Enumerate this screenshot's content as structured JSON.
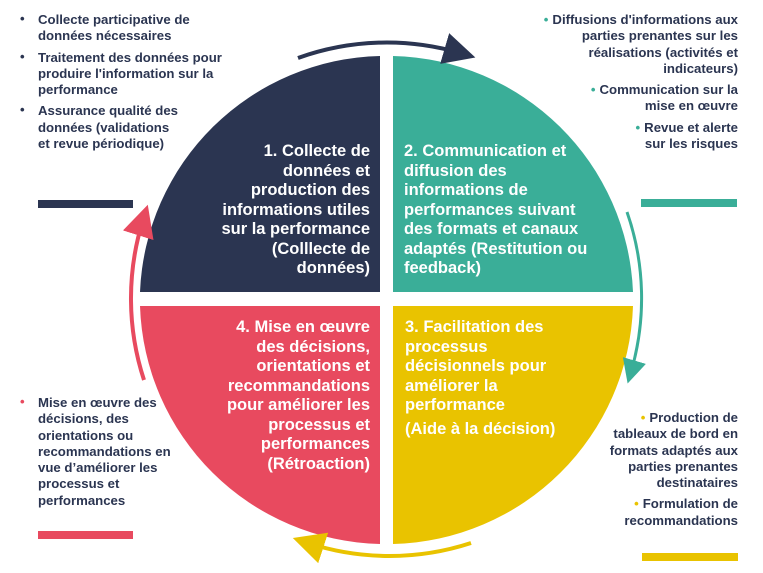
{
  "colors": {
    "navy": "#2b3551",
    "teal": "#3aae98",
    "yellow": "#e9c300",
    "red": "#e84a5f"
  },
  "quadrants": [
    {
      "id": "q1",
      "label": "1. Collecte de données et production des informations utiles sur la performance (Colllecte de données)"
    },
    {
      "id": "q2",
      "label": "2. Communication et diffusion des informations de performances suivant des formats et canaux adaptés (Restitution ou feedback)"
    },
    {
      "id": "q3",
      "label": "3. Facilitation des processus décisionnels pour améliorer la performance",
      "sub": "(Aide à la décision)"
    },
    {
      "id": "q4",
      "label": "4. Mise en œuvre des décisions, orientations et recommandations pour améliorer les processus et performances (Rétroaction)"
    }
  ],
  "notes": {
    "collecte": [
      "Collecte participative de données nécessaires",
      "Traitement des données pour produire l'information sur la performance",
      "Assurance qualité des données (validations et revue périodique)"
    ],
    "communication": [
      "Diffusions d'informations aux parties prenantes sur les réalisations (activités et indicateurs)",
      "Communication sur la mise en œuvre",
      "Revue et alerte sur les risques"
    ],
    "facilitation": [
      "Production de tableaux de bord en formats adaptés aux parties prenantes destinataires",
      "Formulation de recommandations"
    ],
    "mise_en_oeuvre": [
      "Mise en œuvre des décisions, des orientations ou recommandations en vue d’améliorer les processus et performances"
    ]
  }
}
